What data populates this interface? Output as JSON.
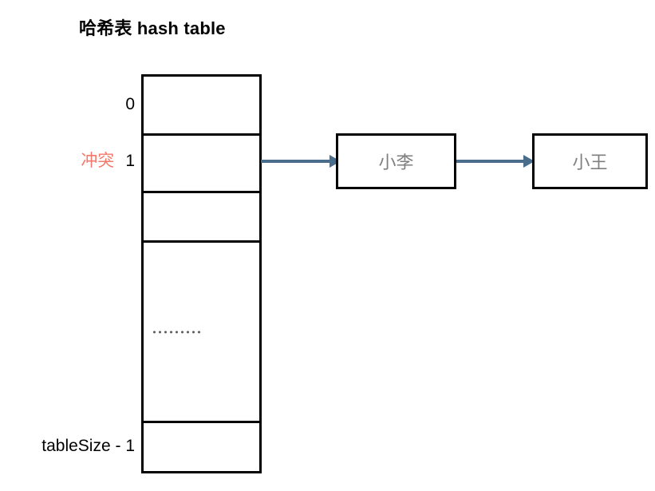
{
  "diagram": {
    "title": "哈希表 hash table",
    "colors": {
      "arrow": "#4a6d8c",
      "collision_label": "#f4786b",
      "node_text": "#7f7f7f",
      "border": "#000000",
      "background": "#ffffff",
      "ellipsis_dot": "#5a5a5a"
    },
    "hash_table": {
      "name": "hash-table-column",
      "cells": [
        {
          "index_label": "0",
          "content": ""
        },
        {
          "index_label": "1",
          "content": "",
          "annotation": "冲突"
        },
        {
          "index_label": "",
          "content": ""
        },
        {
          "index_label": "",
          "content": "·········",
          "dot_count": 9
        },
        {
          "index_label": "tableSize - 1",
          "content": ""
        }
      ]
    },
    "labels": {
      "index_0": "0",
      "index_1": "1",
      "collision": "冲突",
      "last_index": "tableSize - 1"
    },
    "chain": {
      "nodes": [
        {
          "label": "小李"
        },
        {
          "label": "小王"
        }
      ],
      "arrows": [
        {
          "from": "hash-table-cell-1",
          "to": "node-小李"
        },
        {
          "from": "node-小李",
          "to": "node-小王"
        }
      ]
    }
  }
}
